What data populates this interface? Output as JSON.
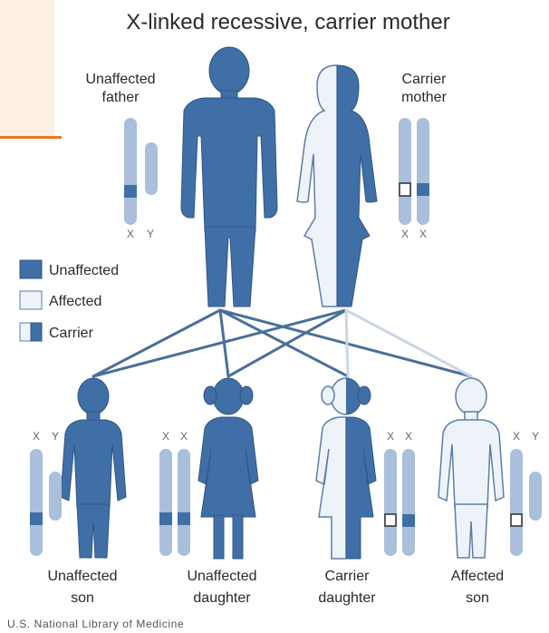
{
  "title": "X-linked recessive, carrier mother",
  "parents": {
    "father": {
      "line1": "Unaffected",
      "line2": "father",
      "chrom": [
        "X",
        "Y"
      ]
    },
    "mother": {
      "line1": "Carrier",
      "line2": "mother",
      "chrom": [
        "X",
        "X"
      ]
    }
  },
  "legend": [
    {
      "label": "Unaffected",
      "swatch": "dark"
    },
    {
      "label": "Affected",
      "swatch": "light"
    },
    {
      "label": "Carrier",
      "swatch": "half"
    }
  ],
  "children": [
    {
      "line1": "Unaffected",
      "line2": "son",
      "chrom": [
        "X",
        "Y"
      ]
    },
    {
      "line1": "Unaffected",
      "line2": "daughter",
      "chrom": [
        "X",
        "X"
      ]
    },
    {
      "line1": "Carrier",
      "line2": "daughter",
      "chrom": [
        "X",
        "X"
      ]
    },
    {
      "line1": "Affected",
      "line2": "son",
      "chrom": [
        "X",
        "Y"
      ]
    }
  ],
  "credit": "U.S. National Library of Medicine",
  "colors": {
    "dark": "#3f6fa6",
    "light": "#e9eff6",
    "chromosome": "#a9bfdb",
    "outline": "#5b7ea8"
  }
}
